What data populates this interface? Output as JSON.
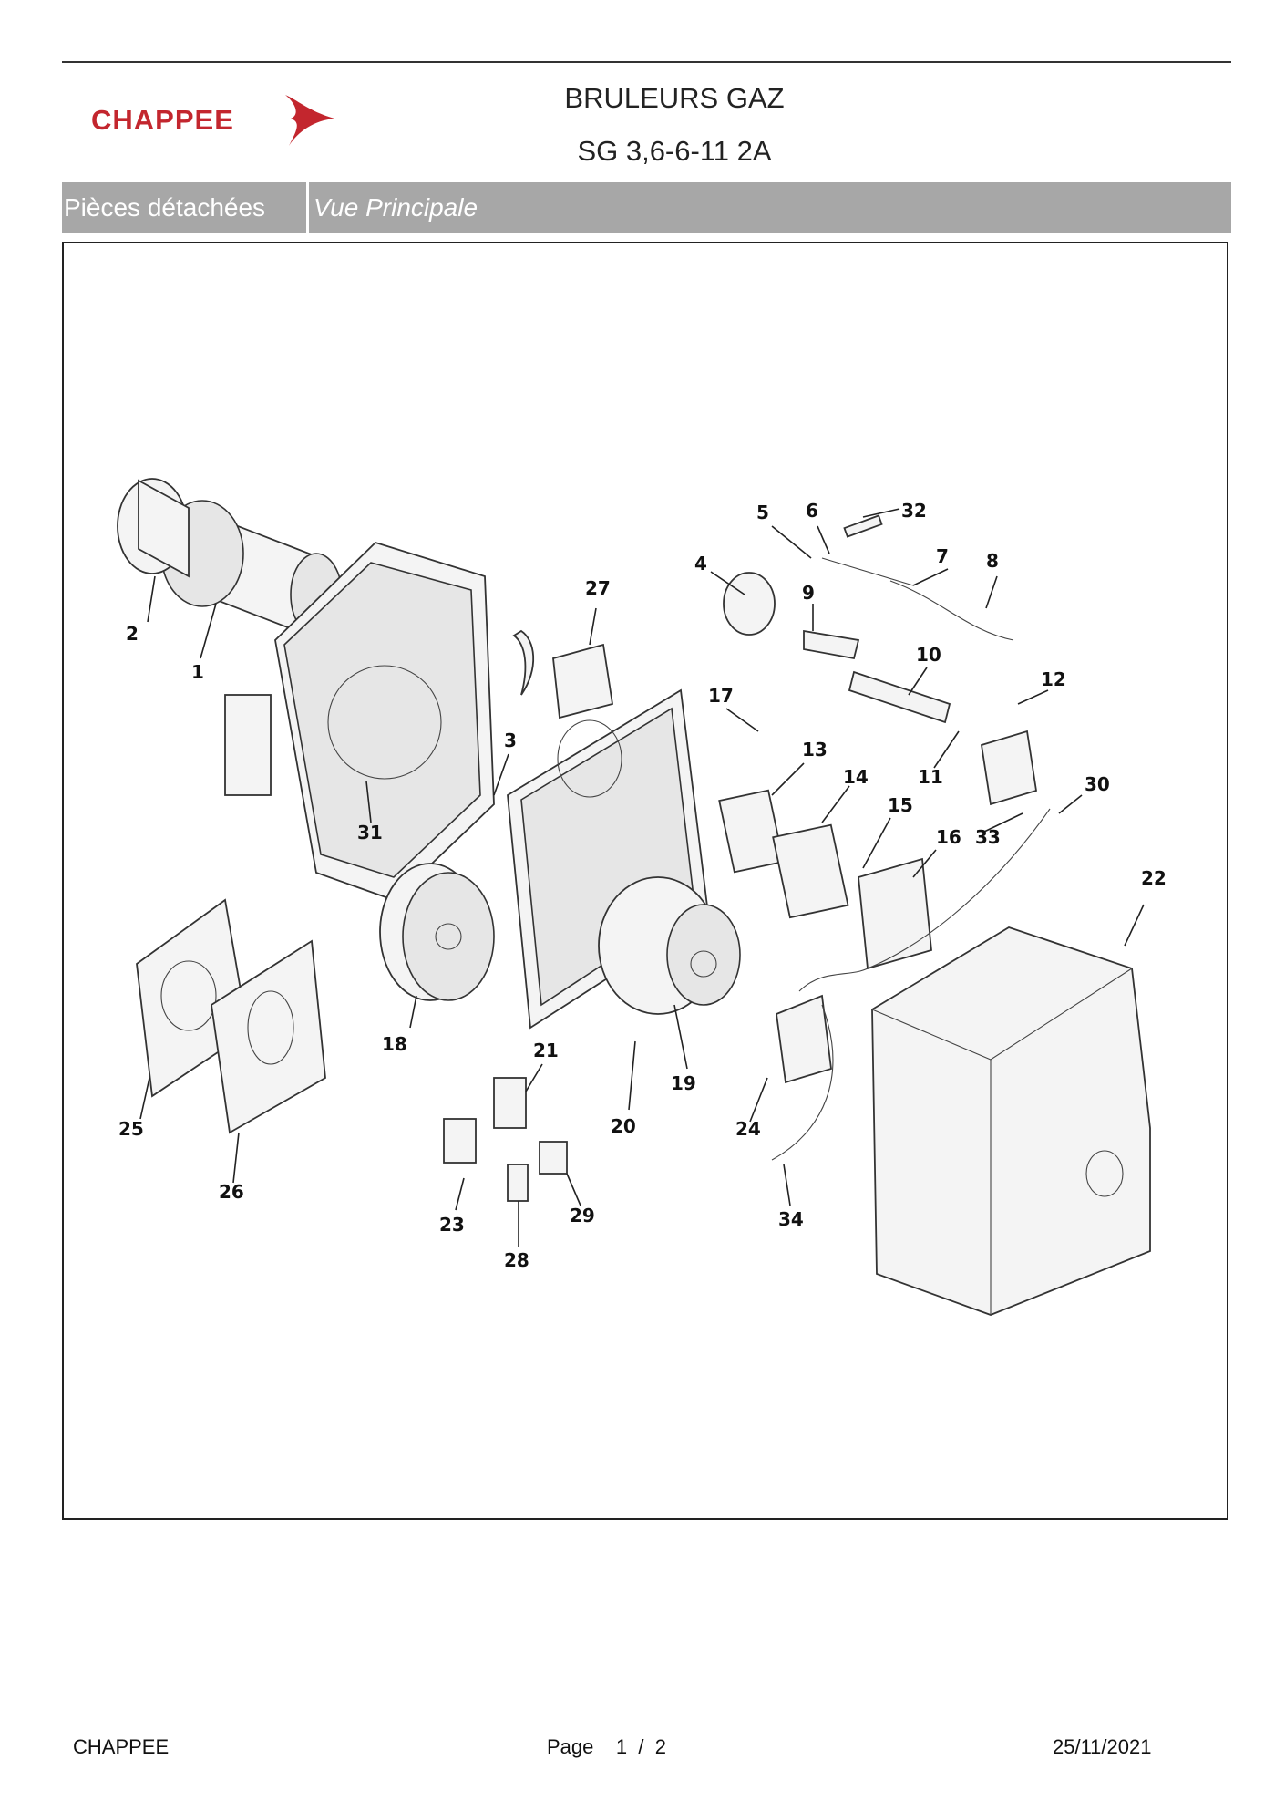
{
  "header": {
    "brand": "CHAPPEE",
    "title": "BRULEURS GAZ",
    "subtitle": "SG 3,6-6-11  2A"
  },
  "section": {
    "label": "Pièces détachées",
    "view": "Vue Principale"
  },
  "diagram": {
    "callouts": [
      "1",
      "2",
      "3",
      "4",
      "5",
      "6",
      "7",
      "8",
      "9",
      "10",
      "11",
      "12",
      "13",
      "14",
      "15",
      "16",
      "17",
      "18",
      "19",
      "20",
      "21",
      "22",
      "23",
      "24",
      "25",
      "26",
      "27",
      "28",
      "29",
      "30",
      "31",
      "32",
      "33",
      "34"
    ]
  },
  "footer": {
    "company": "CHAPPEE",
    "page_label": "Page",
    "page_current": "1",
    "page_sep": "/",
    "page_total": "2",
    "date": "25/11/2021"
  },
  "colors": {
    "brand_red": "#c3262e",
    "bar_gray": "#a7a7a7"
  }
}
